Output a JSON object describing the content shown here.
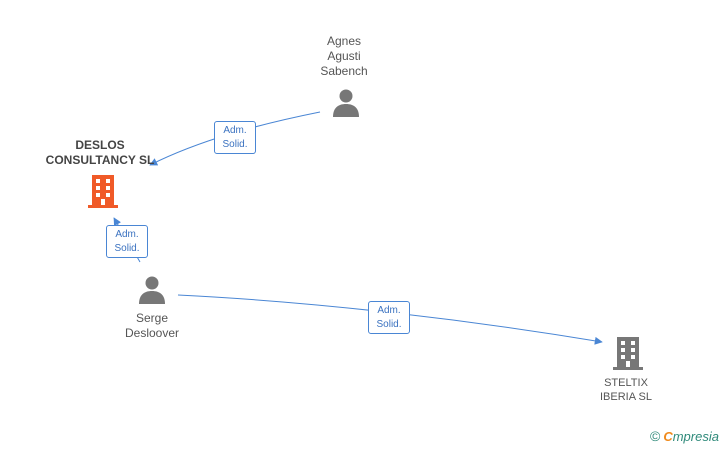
{
  "colors": {
    "edge": "#4a86d4",
    "person_icon": "#777777",
    "company_highlight": "#f05a28",
    "company_default": "#777777",
    "brand_accent": "#f08a1c"
  },
  "nodes": {
    "agnes": {
      "lines": [
        "Agnes",
        "Agusti",
        "Sabench"
      ],
      "icon": "person-icon"
    },
    "deslos": {
      "lines": [
        "DESLOS",
        "CONSULTANCY SL"
      ],
      "icon": "building-icon"
    },
    "serge": {
      "lines": [
        "Serge",
        "Desloover"
      ],
      "icon": "person-icon"
    },
    "steltix": {
      "lines": [
        "STELTIX",
        "IBERIA SL"
      ],
      "icon": "building-icon"
    }
  },
  "edges": [
    {
      "from": "Agnes Agusti Sabench",
      "to": "DESLOS CONSULTANCY SL",
      "label": [
        "Adm.",
        "Solid."
      ]
    },
    {
      "from": "Serge Desloover",
      "to": "DESLOS CONSULTANCY SL",
      "label": [
        "Adm.",
        "Solid."
      ]
    },
    {
      "from": "Serge Desloover",
      "to": "STELTIX IBERIA SL",
      "label": [
        "Adm.",
        "Solid."
      ]
    }
  ],
  "brand": {
    "copyright": "©",
    "logo_first": "C",
    "logo_rest": "mpresia"
  }
}
